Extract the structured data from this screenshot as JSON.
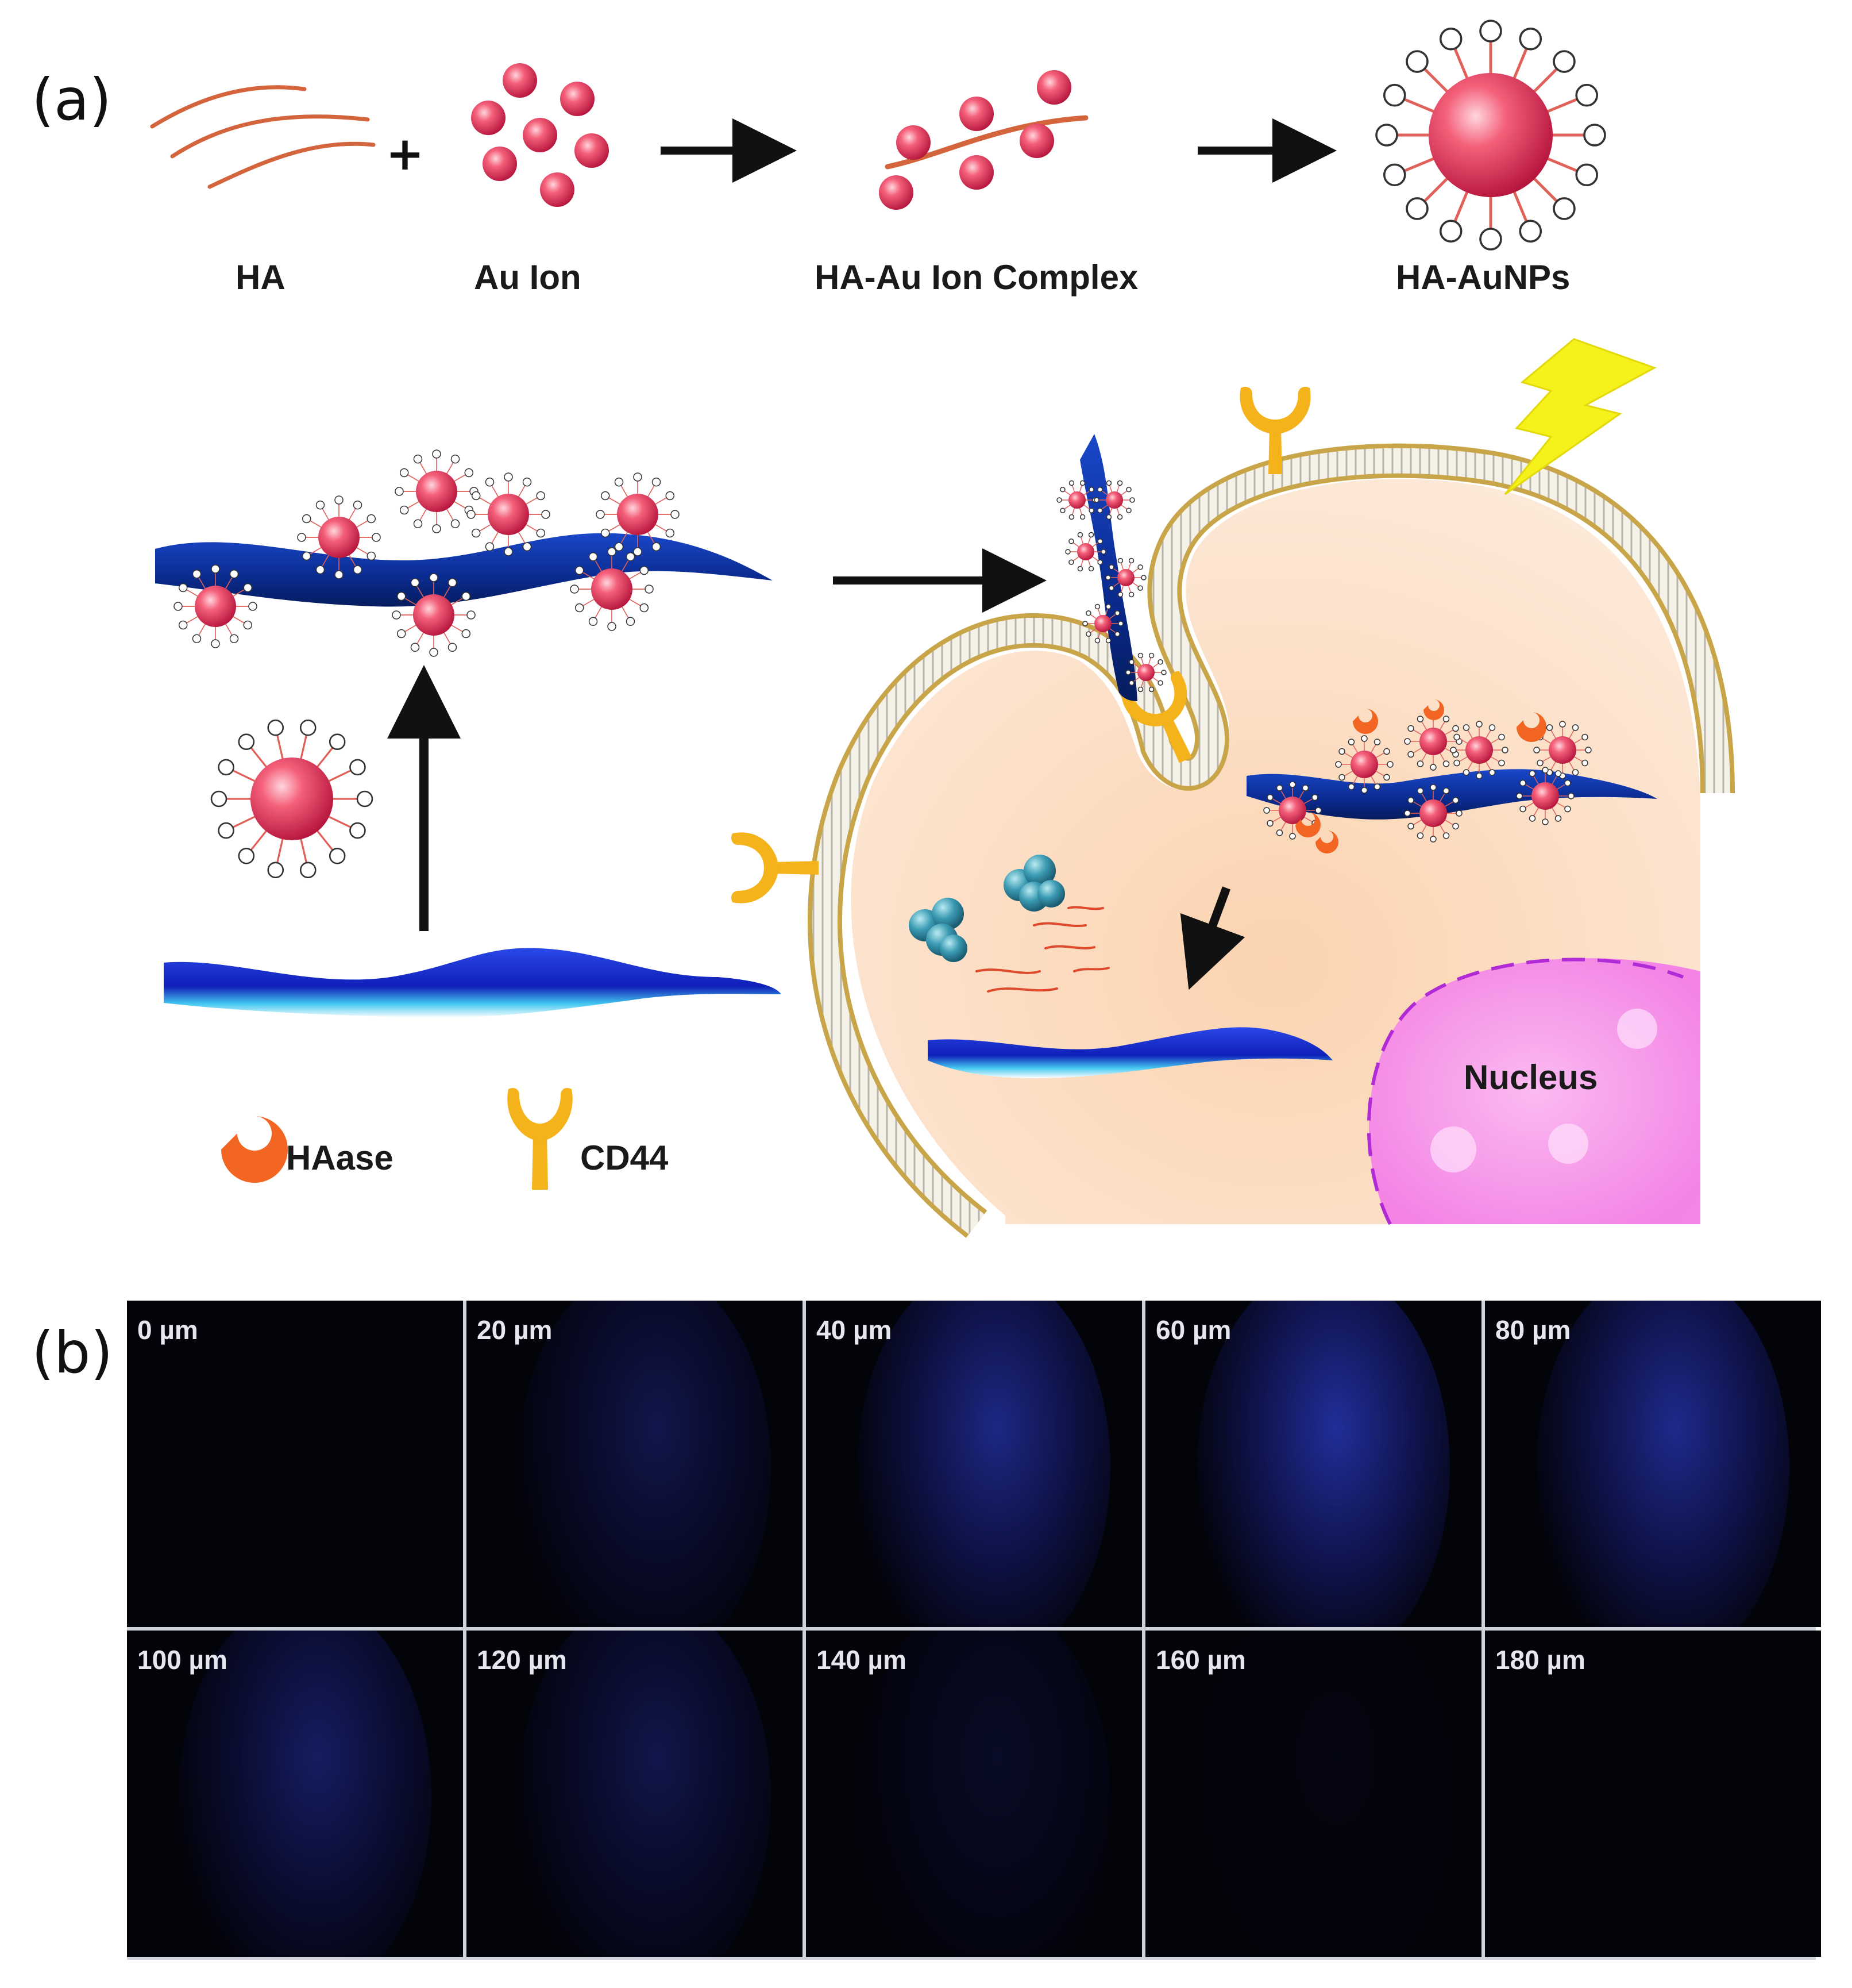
{
  "panel_a": {
    "label": "(a)",
    "synthesis": {
      "ha": "HA",
      "au_ion": "Au Ion",
      "complex": "HA-Au Ion Complex",
      "nanoparticles": "HA-AuNPs"
    },
    "plus_sign": "+",
    "cell": {
      "nucleus": "Nucleus"
    },
    "legend": {
      "haase": "HAase",
      "cd44": "CD44"
    }
  },
  "panel_b": {
    "label": "(b)",
    "depths": [
      {
        "label": "0 µm",
        "intensity": 0.0
      },
      {
        "label": "20 µm",
        "intensity": 0.45
      },
      {
        "label": "40 µm",
        "intensity": 0.85
      },
      {
        "label": "60 µm",
        "intensity": 1.0
      },
      {
        "label": "80 µm",
        "intensity": 0.9
      },
      {
        "label": "100 µm",
        "intensity": 0.6
      },
      {
        "label": "120 µm",
        "intensity": 0.45
      },
      {
        "label": "140 µm",
        "intensity": 0.2
      },
      {
        "label": "160 µm",
        "intensity": 0.05
      },
      {
        "label": "180 µm",
        "intensity": 0.0
      }
    ]
  },
  "colors": {
    "gold": "#e8415f",
    "ha_strand": "#d4643c",
    "hydrogel": "#0c2d7a",
    "cd44": "#f4b21b",
    "haase": "#f26522",
    "membrane": "#c9a54a",
    "cytoplasm": "#fbdcc0",
    "nucleus": "#f58ef0",
    "lightning": "#f4f21a",
    "fluorescence": "#2b3cc8"
  }
}
